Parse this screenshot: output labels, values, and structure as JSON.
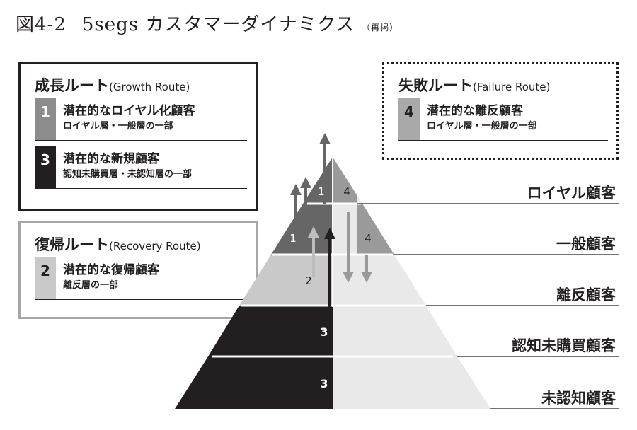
{
  "figure": {
    "number": "図4-2",
    "title": "5segs カスタマーダイナミクス",
    "note": "（再掲）"
  },
  "routes": {
    "growth": {
      "title": "成長ルート",
      "title_en": "(Growth Route)",
      "segments": [
        {
          "num": "1",
          "main": "潜在的なロイヤル化顧客",
          "sub": "ロイヤル層・一般層の一部"
        },
        {
          "num": "3",
          "main": "潜在的な新規顧客",
          "sub": "認知未購買層・未認知層の一部"
        }
      ]
    },
    "recovery": {
      "title": "復帰ルート",
      "title_en": "(Recovery Route)",
      "segments": [
        {
          "num": "2",
          "main": "潜在的な復帰顧客",
          "sub": "離反層の一部"
        }
      ]
    },
    "failure": {
      "title": "失敗ルート",
      "title_en": "(Failure Route)",
      "segments": [
        {
          "num": "4",
          "main": "潜在的な離反顧客",
          "sub": "ロイヤル層・一般層の一部"
        }
      ]
    }
  },
  "pyramid": {
    "levels": [
      "ロイヤル顧客",
      "一般顧客",
      "離反顧客",
      "認知未購買顧客",
      "未認知顧客"
    ],
    "markers": [
      "1",
      "4",
      "1",
      "4",
      "2",
      "3",
      "3"
    ]
  },
  "colors": {
    "black": "#231f20",
    "dark_gray": "#666666",
    "mid_gray": "#8c8c8c",
    "light_gray": "#c9c9c9",
    "pale_gray": "#e9e9e9",
    "recovery_border": "#a7a7a7"
  }
}
